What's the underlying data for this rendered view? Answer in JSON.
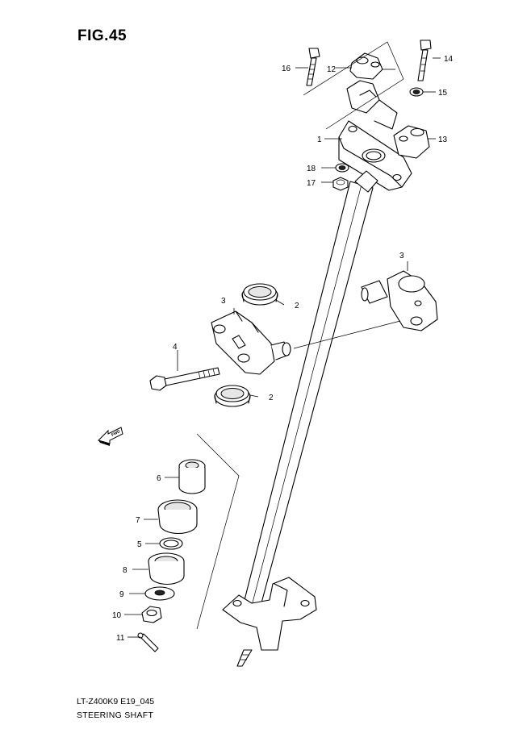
{
  "figure": {
    "title": "FIG.45",
    "model_code": "LT-Z400K9 E19_045",
    "caption": "STEERING SHAFT",
    "fwd_arrow_text": "FWD"
  },
  "callouts": [
    {
      "id": "c1",
      "text": "1"
    },
    {
      "id": "c2a",
      "text": "2"
    },
    {
      "id": "c2b",
      "text": "2"
    },
    {
      "id": "c3a",
      "text": "3"
    },
    {
      "id": "c3b",
      "text": "3"
    },
    {
      "id": "c4",
      "text": "4"
    },
    {
      "id": "c5",
      "text": "5"
    },
    {
      "id": "c6",
      "text": "6"
    },
    {
      "id": "c7",
      "text": "7"
    },
    {
      "id": "c8",
      "text": "8"
    },
    {
      "id": "c9",
      "text": "9"
    },
    {
      "id": "c10",
      "text": "10"
    },
    {
      "id": "c11",
      "text": "11"
    },
    {
      "id": "c12",
      "text": "12"
    },
    {
      "id": "c13",
      "text": "13"
    },
    {
      "id": "c14",
      "text": "14"
    },
    {
      "id": "c15",
      "text": "15"
    },
    {
      "id": "c16",
      "text": "16"
    },
    {
      "id": "c17",
      "text": "17"
    },
    {
      "id": "c18",
      "text": "18"
    }
  ]
}
